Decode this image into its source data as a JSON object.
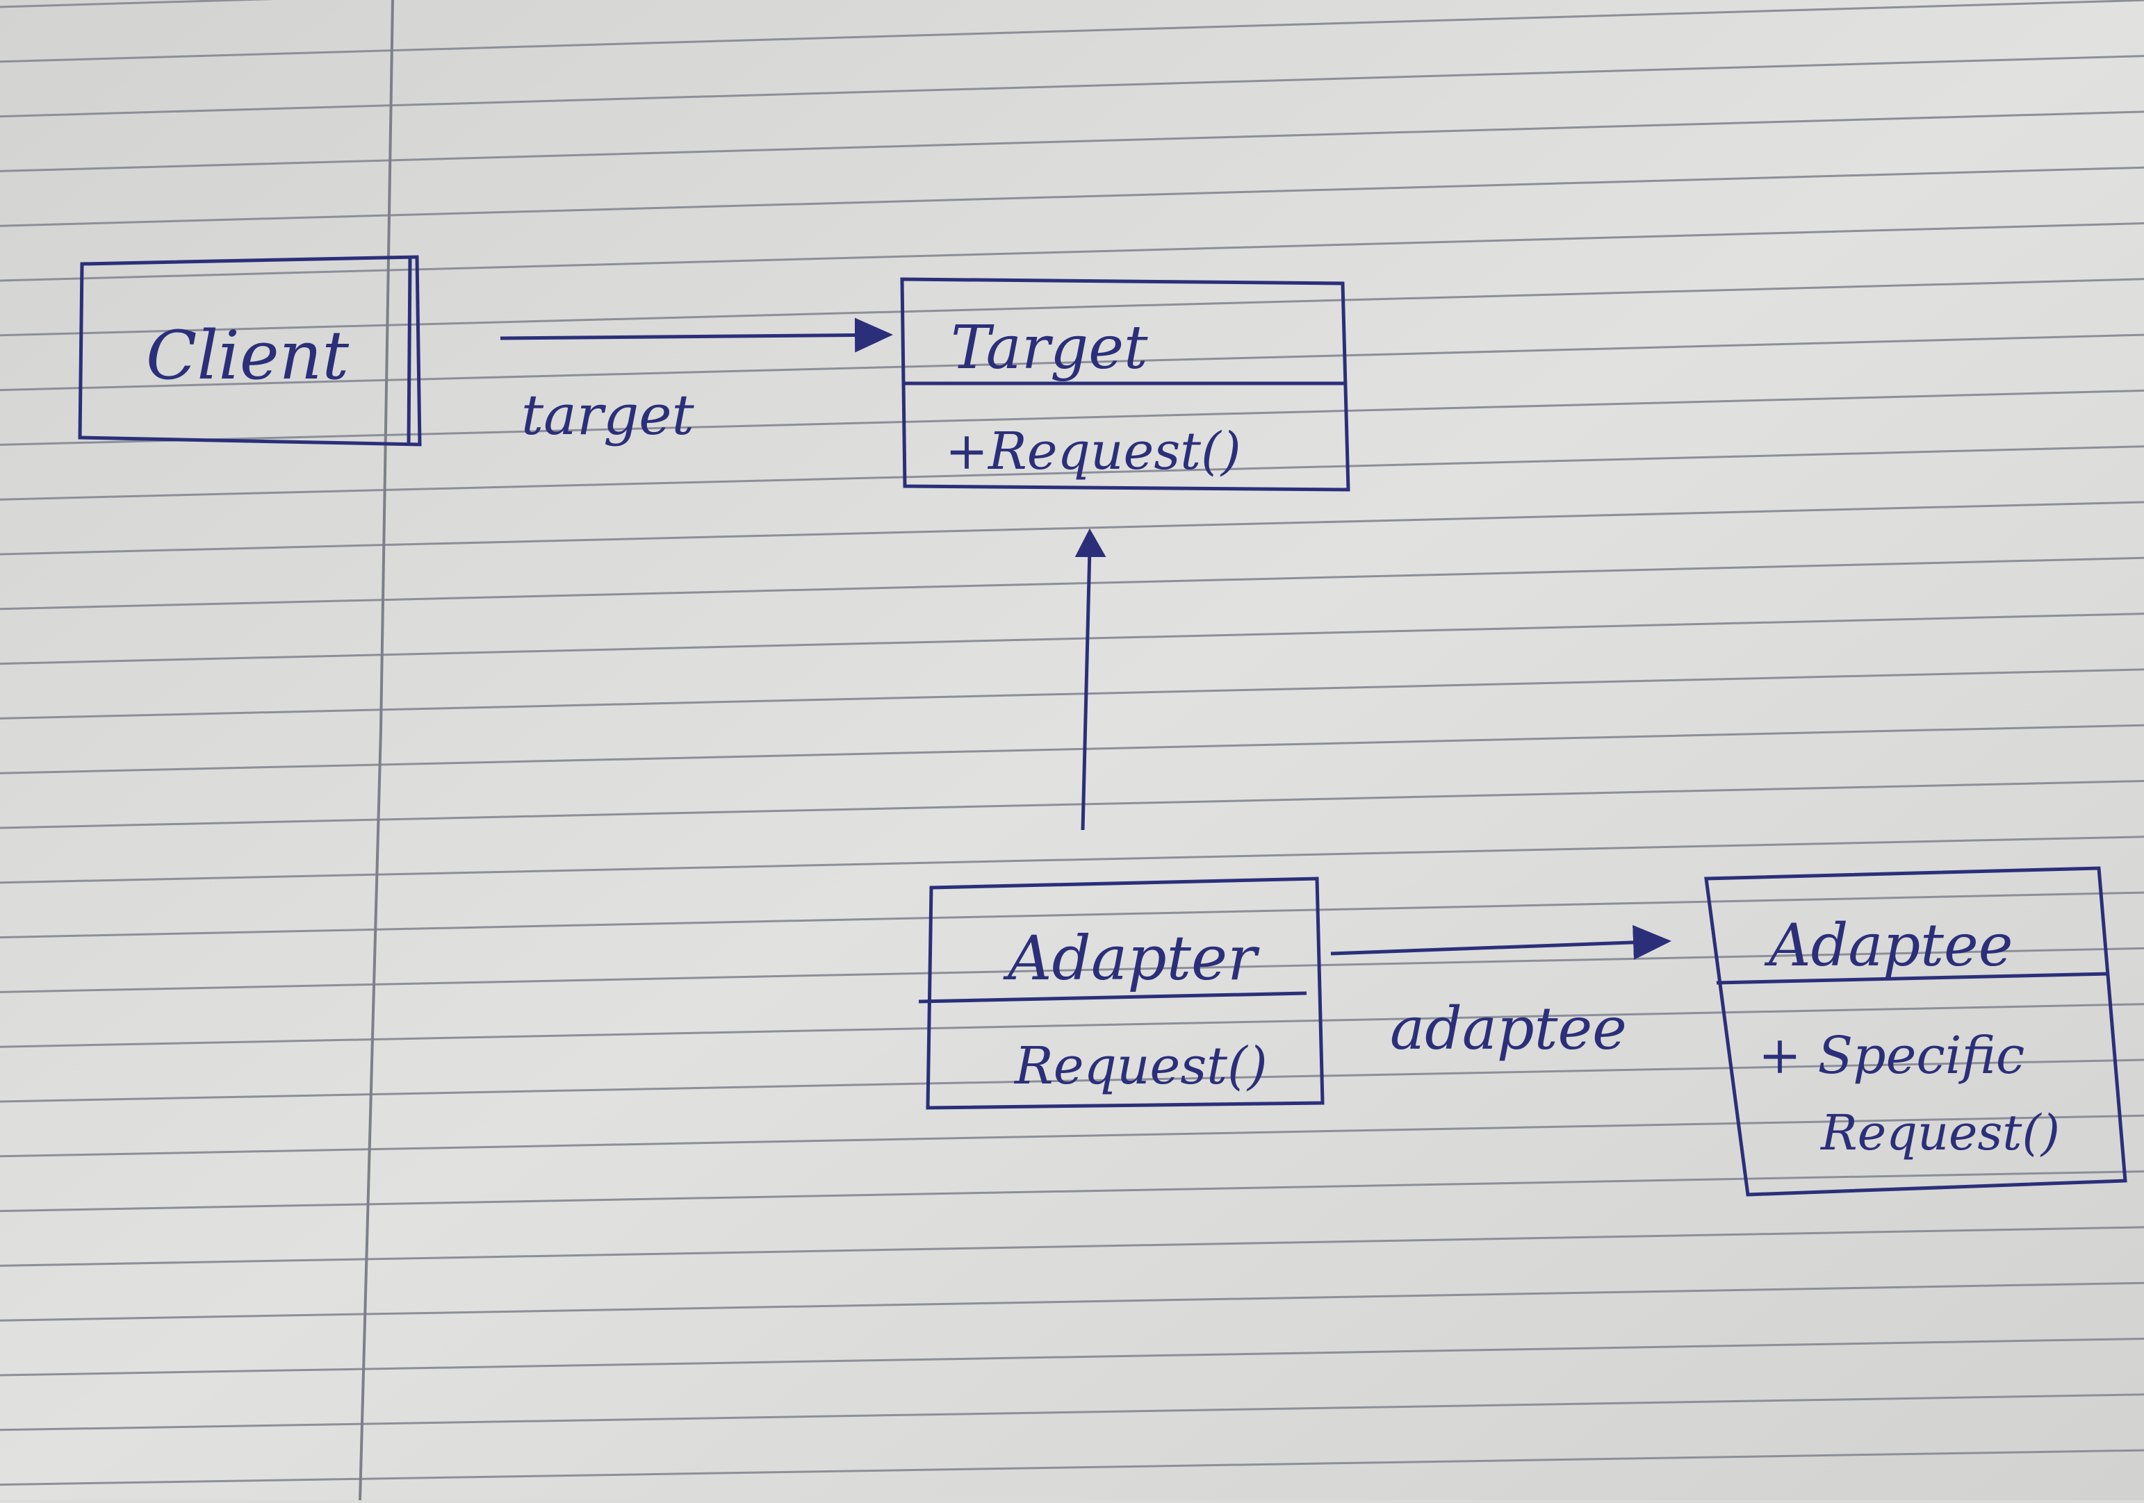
{
  "diagram": {
    "classes": {
      "client": {
        "name": "Client"
      },
      "target": {
        "name": "Target",
        "members": [
          "+Request()"
        ]
      },
      "adapter": {
        "name": "Adapter",
        "members": [
          "Request()"
        ]
      },
      "adaptee": {
        "name": "Adaptee",
        "members": [
          "+ Specific",
          "Request()"
        ]
      }
    },
    "edges": {
      "client_to_target": {
        "label": "target",
        "kind": "association"
      },
      "adapter_to_target": {
        "label": "",
        "kind": "generalization"
      },
      "adapter_to_adaptee": {
        "label": "adaptee",
        "kind": "association"
      }
    }
  },
  "colors": {
    "ink": "#2b2f7a",
    "paper": "#dcdcda",
    "rule_line": "#8c8f99",
    "margin_line": "#7d8089"
  }
}
